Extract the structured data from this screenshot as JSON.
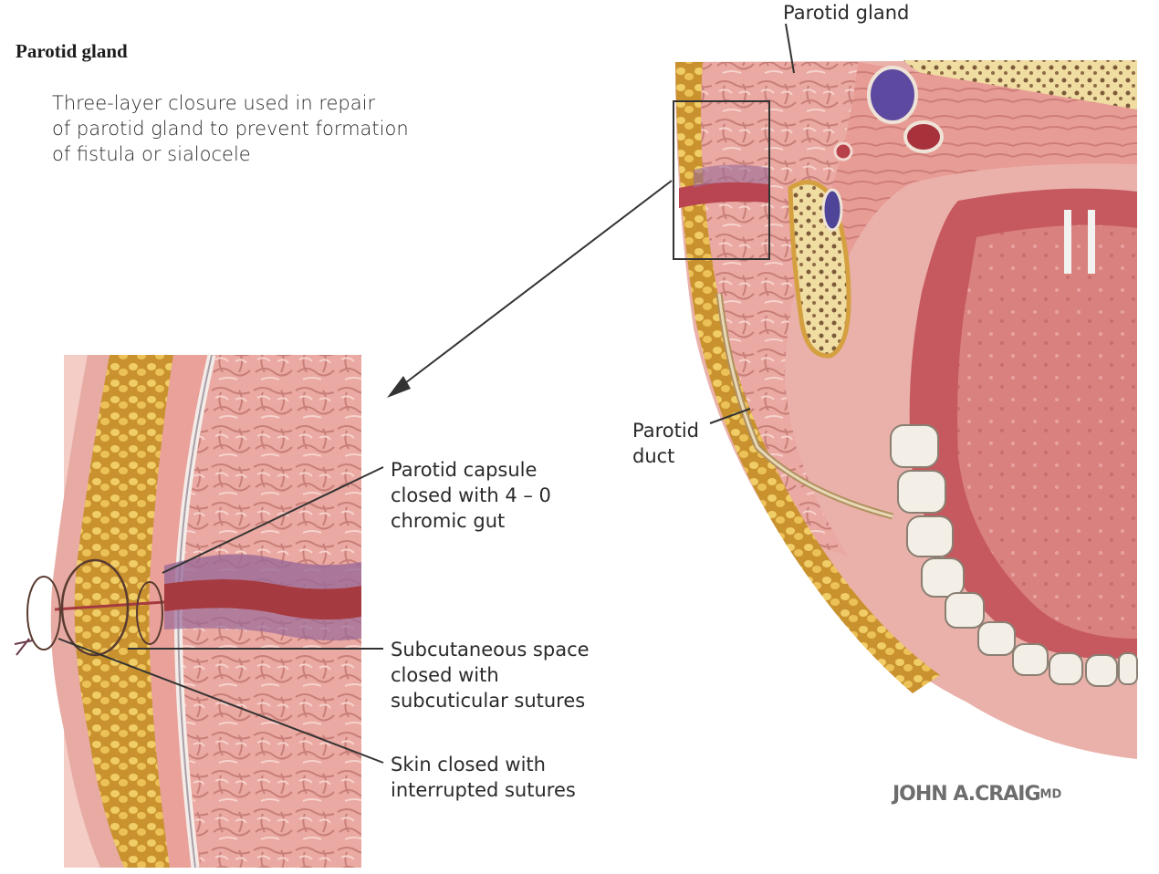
{
  "title": "Parotid gland",
  "description": [
    "Three-layer closure used in repair",
    "of parotid gland to prevent formation",
    "of fistula or sialocele"
  ],
  "labels": {
    "parotid_gland": [
      "Parotid gland"
    ],
    "parotid_duct": [
      "Parotid",
      "duct"
    ],
    "capsule": [
      "Parotid capsule",
      "closed with 4 – 0",
      "chromic gut"
    ],
    "subcutaneous": [
      "Subcutaneous space",
      "closed with",
      "subcuticular sutures"
    ],
    "skin": [
      "Skin closed with",
      "interrupted sutures"
    ]
  },
  "signature": {
    "name": "JOHN A.CRAIG",
    "suffix": "MD"
  },
  "colors": {
    "gland_pink": "#e9a7a1",
    "fat_yellow": "#e2b548",
    "incision_red": "#a53a40",
    "suture_purple": "#9a6a98",
    "skin_pink": "#e8b3ad",
    "mouth_red": "#c9595f"
  }
}
